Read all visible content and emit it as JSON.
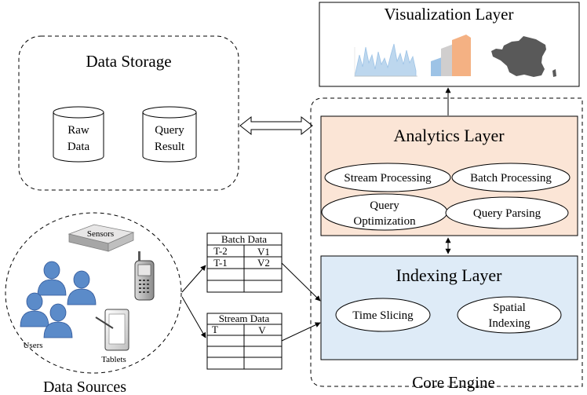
{
  "data_storage": {
    "title": "Data Storage",
    "raw_data": [
      "Raw",
      "Data"
    ],
    "query_result": [
      "Query",
      "Result"
    ]
  },
  "visualization": {
    "title": "Visualization Layer"
  },
  "analytics": {
    "title": "Analytics Layer",
    "stream_processing": "Stream Processing",
    "batch_processing": "Batch Processing",
    "query_optimization": [
      "Query",
      "Optimization"
    ],
    "query_parsing": "Query Parsing"
  },
  "indexing": {
    "title": "Indexing Layer",
    "time_slicing": "Time Slicing",
    "spatial_indexing": [
      "Spatial",
      "Indexing"
    ]
  },
  "core_engine": {
    "label": "Core Engine"
  },
  "data_sources": {
    "label": "Data Sources",
    "sensors": "Sensors",
    "users": "Users",
    "tablets": "Tablets"
  },
  "batch_table": {
    "title": "Batch Data",
    "rows": [
      [
        "T-2",
        "V1"
      ],
      [
        "T-1",
        "V2"
      ],
      [
        "",
        ""
      ],
      [
        "",
        ""
      ]
    ]
  },
  "stream_table": {
    "title": "Stream Data",
    "rows": [
      [
        "T",
        "V"
      ],
      [
        "",
        ""
      ],
      [
        "",
        ""
      ],
      [
        "",
        ""
      ]
    ]
  },
  "colors": {
    "analytics_fill": "#fbe5d6",
    "indexing_fill": "#deebf7",
    "user_blue": "#5b8bc9",
    "bar_orange": "#f4b183",
    "bar_blue": "#9dc3e6",
    "map_gray": "#595959"
  }
}
